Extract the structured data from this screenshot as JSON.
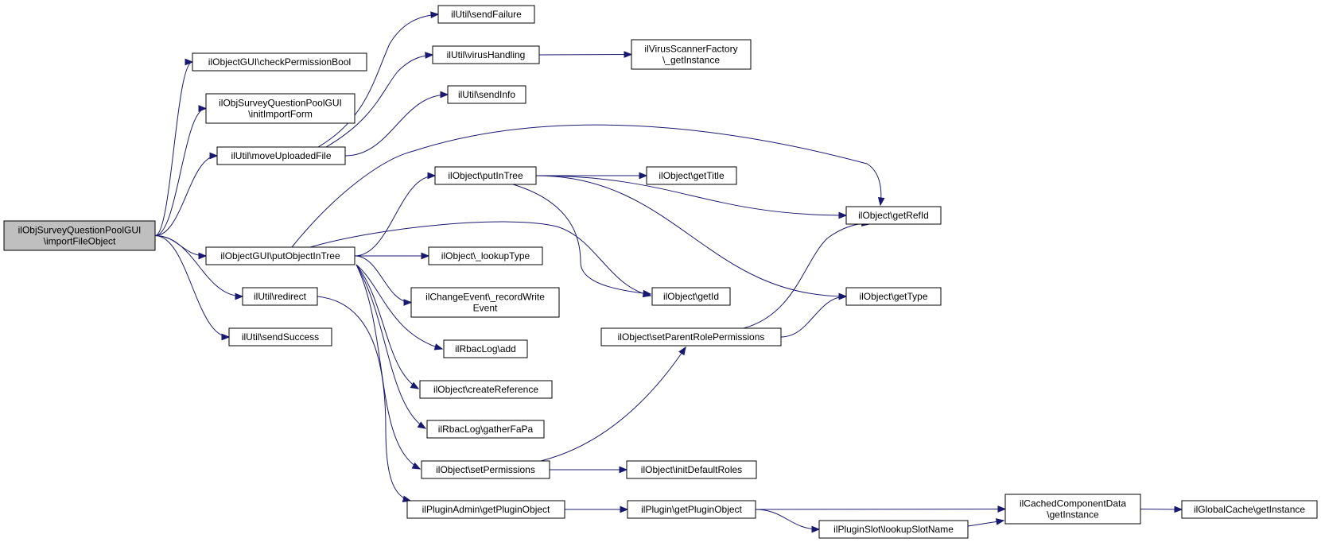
{
  "diagram": {
    "type": "call-graph",
    "colors": {
      "edge": "#191970",
      "root_fill": "#bfbfbf",
      "node_fill": "#ffffff",
      "node_stroke": "#000000"
    },
    "nodes": [
      {
        "id": "root",
        "lines": [
          "ilObjSurveyQuestionPoolGUI",
          "\\importFileObject"
        ]
      },
      {
        "id": "checkPermissionBool",
        "lines": [
          "ilObjectGUI\\checkPermissionBool"
        ]
      },
      {
        "id": "initImportForm",
        "lines": [
          "ilObjSurveyQuestionPoolGUI",
          "\\initImportForm"
        ]
      },
      {
        "id": "moveUploadedFile",
        "lines": [
          "ilUtil\\moveUploadedFile"
        ]
      },
      {
        "id": "putObjectInTree",
        "lines": [
          "ilObjectGUI\\putObjectInTree"
        ]
      },
      {
        "id": "redirect",
        "lines": [
          "ilUtil\\redirect"
        ]
      },
      {
        "id": "sendSuccess",
        "lines": [
          "ilUtil\\sendSuccess"
        ]
      },
      {
        "id": "sendFailure",
        "lines": [
          "ilUtil\\sendFailure"
        ]
      },
      {
        "id": "virusHandling",
        "lines": [
          "ilUtil\\virusHandling"
        ]
      },
      {
        "id": "sendInfo",
        "lines": [
          "ilUtil\\sendInfo"
        ]
      },
      {
        "id": "putInTree",
        "lines": [
          "ilObject\\putInTree"
        ]
      },
      {
        "id": "lookupType",
        "lines": [
          "ilObject\\_lookupType"
        ]
      },
      {
        "id": "recordWriteEvent",
        "lines": [
          "ilChangeEvent\\_recordWrite",
          "Event"
        ]
      },
      {
        "id": "rbacAdd",
        "lines": [
          "ilRbacLog\\add"
        ]
      },
      {
        "id": "createReference",
        "lines": [
          "ilObject\\createReference"
        ]
      },
      {
        "id": "gatherFaPa",
        "lines": [
          "ilRbacLog\\gatherFaPa"
        ]
      },
      {
        "id": "setPermissions",
        "lines": [
          "ilObject\\setPermissions"
        ]
      },
      {
        "id": "getPluginObjectAdmin",
        "lines": [
          "ilPluginAdmin\\getPluginObject"
        ]
      },
      {
        "id": "virusScannerInstance",
        "lines": [
          "ilVirusScannerFactory",
          "\\_getInstance"
        ]
      },
      {
        "id": "getTitle",
        "lines": [
          "ilObject\\getTitle"
        ]
      },
      {
        "id": "getId",
        "lines": [
          "ilObject\\getId"
        ]
      },
      {
        "id": "setParentRolePermissions",
        "lines": [
          "ilObject\\setParentRolePermissions"
        ]
      },
      {
        "id": "initDefaultRoles",
        "lines": [
          "ilObject\\initDefaultRoles"
        ]
      },
      {
        "id": "getPluginObject",
        "lines": [
          "ilPlugin\\getPluginObject"
        ]
      },
      {
        "id": "lookupSlotName",
        "lines": [
          "ilPluginSlot\\lookupSlotName"
        ]
      },
      {
        "id": "getRefId",
        "lines": [
          "ilObject\\getRefId"
        ]
      },
      {
        "id": "getType",
        "lines": [
          "ilObject\\getType"
        ]
      },
      {
        "id": "cachedComponentInstance",
        "lines": [
          "ilCachedComponentData",
          "\\getInstance"
        ]
      },
      {
        "id": "globalCacheInstance",
        "lines": [
          "ilGlobalCache\\getInstance"
        ]
      }
    ],
    "edges": [
      {
        "from": "root",
        "to": "checkPermissionBool"
      },
      {
        "from": "root",
        "to": "initImportForm"
      },
      {
        "from": "root",
        "to": "moveUploadedFile"
      },
      {
        "from": "root",
        "to": "putObjectInTree"
      },
      {
        "from": "root",
        "to": "redirect"
      },
      {
        "from": "root",
        "to": "sendSuccess"
      },
      {
        "from": "moveUploadedFile",
        "to": "sendFailure"
      },
      {
        "from": "moveUploadedFile",
        "to": "virusHandling"
      },
      {
        "from": "moveUploadedFile",
        "to": "sendInfo"
      },
      {
        "from": "virusHandling",
        "to": "virusScannerInstance"
      },
      {
        "from": "putObjectInTree",
        "to": "putInTree"
      },
      {
        "from": "putObjectInTree",
        "to": "getRefId"
      },
      {
        "from": "putObjectInTree",
        "to": "getId"
      },
      {
        "from": "putObjectInTree",
        "to": "lookupType"
      },
      {
        "from": "putObjectInTree",
        "to": "recordWriteEvent"
      },
      {
        "from": "putObjectInTree",
        "to": "rbacAdd"
      },
      {
        "from": "putObjectInTree",
        "to": "createReference"
      },
      {
        "from": "putObjectInTree",
        "to": "gatherFaPa"
      },
      {
        "from": "putObjectInTree",
        "to": "setPermissions"
      },
      {
        "from": "redirect",
        "to": "getPluginObjectAdmin"
      },
      {
        "from": "putInTree",
        "to": "getTitle"
      },
      {
        "from": "putInTree",
        "to": "getRefId"
      },
      {
        "from": "putInTree",
        "to": "getId"
      },
      {
        "from": "putInTree",
        "to": "getType"
      },
      {
        "from": "setParentRolePermissions",
        "to": "getRefId"
      },
      {
        "from": "setParentRolePermissions",
        "to": "getType"
      },
      {
        "from": "setPermissions",
        "to": "setParentRolePermissions"
      },
      {
        "from": "setPermissions",
        "to": "initDefaultRoles"
      },
      {
        "from": "getPluginObjectAdmin",
        "to": "getPluginObject"
      },
      {
        "from": "getPluginObject",
        "to": "cachedComponentInstance"
      },
      {
        "from": "getPluginObject",
        "to": "lookupSlotName"
      },
      {
        "from": "lookupSlotName",
        "to": "cachedComponentInstance"
      },
      {
        "from": "cachedComponentInstance",
        "to": "globalCacheInstance"
      }
    ]
  }
}
